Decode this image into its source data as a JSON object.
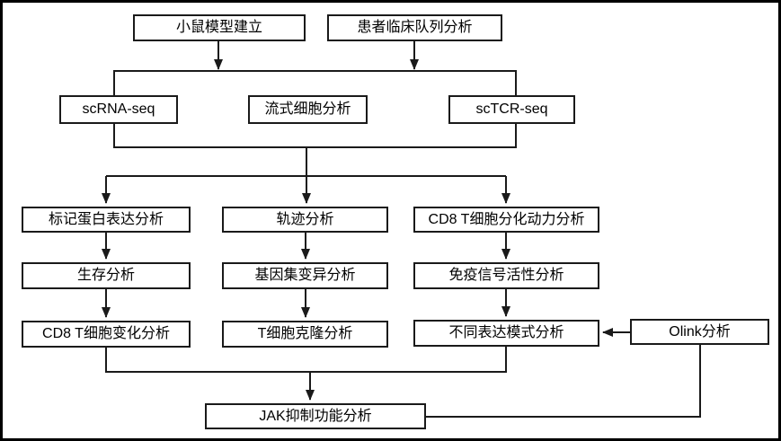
{
  "diagram": {
    "type": "flowchart",
    "nodes": {
      "mouse_model": "小鼠模型建立",
      "patient_cohort": "患者临床队列分析",
      "scrna_seq": "scRNA-seq",
      "flow_cytometry": "流式细胞分析",
      "sctcr_seq": "scTCR-seq",
      "marker_protein": "标记蛋白表达分析",
      "trajectory": "轨迹分析",
      "cd8_differentiation": "CD8 T细胞分化动力分析",
      "survival": "生存分析",
      "gene_set_variation": "基因集变异分析",
      "immune_signal": "免疫信号活性分析",
      "cd8_change": "CD8 T细胞变化分析",
      "tcell_clone": "T细胞克隆分析",
      "expression_pattern": "不同表达模式分析",
      "olink": "Olink分析",
      "jak_inhibition": "JAK抑制功能分析"
    },
    "edges": [
      {
        "from": "mouse_model",
        "to": "collection_bus",
        "arrowhead": true
      },
      {
        "from": "patient_cohort",
        "to": "collection_bus",
        "arrowhead": true
      },
      {
        "from": "collection_bus",
        "to": "scrna_seq",
        "arrowhead": false
      },
      {
        "from": "collection_bus",
        "to": "sctcr_seq",
        "arrowhead": false
      },
      {
        "from": "scrna_seq",
        "to": "analysis_bus",
        "arrowhead": false
      },
      {
        "from": "sctcr_seq",
        "to": "analysis_bus",
        "arrowhead": false
      },
      {
        "from": "analysis_bus",
        "to": "marker_protein",
        "arrowhead": true
      },
      {
        "from": "analysis_bus",
        "to": "trajectory",
        "arrowhead": true
      },
      {
        "from": "analysis_bus",
        "to": "cd8_differentiation",
        "arrowhead": true
      },
      {
        "from": "marker_protein",
        "to": "survival",
        "arrowhead": true
      },
      {
        "from": "survival",
        "to": "cd8_change",
        "arrowhead": true
      },
      {
        "from": "trajectory",
        "to": "gene_set_variation",
        "arrowhead": true
      },
      {
        "from": "gene_set_variation",
        "to": "tcell_clone",
        "arrowhead": true
      },
      {
        "from": "cd8_differentiation",
        "to": "immune_signal",
        "arrowhead": true
      },
      {
        "from": "immune_signal",
        "to": "expression_pattern",
        "arrowhead": true
      },
      {
        "from": "olink",
        "to": "expression_pattern",
        "arrowhead": true
      },
      {
        "from": "cd8_change",
        "to": "jak_inhibition",
        "arrowhead": true
      },
      {
        "from": "expression_pattern",
        "to": "jak_inhibition",
        "arrowhead": true
      },
      {
        "from": "olink",
        "to": "jak_inhibition",
        "arrowhead": false
      }
    ],
    "colors": {
      "line": "#1a1a1a",
      "box_border": "#1a1a1a",
      "box_fill": "#ffffff",
      "background": "#ffffff",
      "frame": "#000000"
    }
  }
}
